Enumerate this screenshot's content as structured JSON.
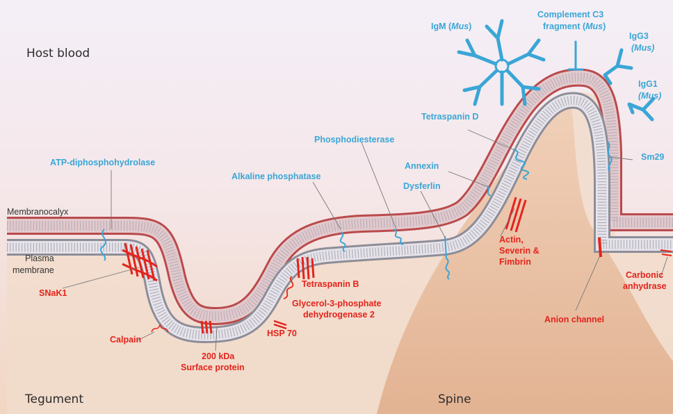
{
  "regions": {
    "host_blood": "Host blood",
    "tegument": "Tegument",
    "spine": "Spine"
  },
  "membranes": {
    "membranocalyx": "Membranocalyx",
    "plasma_line1": "Plasma",
    "plasma_line2": "membrane"
  },
  "labels_blue": {
    "igm_prefix": "IgM (",
    "igm_mus": "Mus",
    "igm_suffix": ")",
    "c3_line1": "Complement C3",
    "c3_line2_prefix": "fragment (",
    "c3_mus": "Mus",
    "c3_suffix": ")",
    "igg3_line1": "IgG3",
    "igg3_line2": "(Mus)",
    "igg1_line1": "IgG1",
    "igg1_line2": "(Mus)",
    "tetraspanin_d": "Tetraspanin D",
    "sm29": "Sm29",
    "atp": "ATP-diphosphohydrolase",
    "phosphodiesterase": "Phosphodiesterase",
    "alkaline": "Alkaline phosphatase",
    "annexin": "Annexin",
    "dysferlin": "Dysferlin"
  },
  "labels_red": {
    "snak1": "SNaK1",
    "calpain": "Calpain",
    "kda_line1": "200 kDa",
    "kda_line2": "Surface protein",
    "tetraspanin_b": "Tetraspanin B",
    "g3p_line1": "Glycerol-3-phosphate",
    "g3p_line2": "dehydrogenase 2",
    "hsp70": "HSP 70",
    "actin_line1": "Actin,",
    "actin_line2": "Severin &",
    "actin_line3": "Fimbrin",
    "anion": "Anion channel",
    "carbonic_line1": "Carbonic",
    "carbonic_line2": "anhydrase"
  },
  "colors": {
    "background_top": "#f3eef6",
    "background_bottom": "#f2dccb",
    "spine": "#e8c0a0",
    "outer_head": "#c2605f",
    "inner_head": "#9a9aa6",
    "blue_protein": "#3aa6d6",
    "red_protein": "#e4231b"
  }
}
